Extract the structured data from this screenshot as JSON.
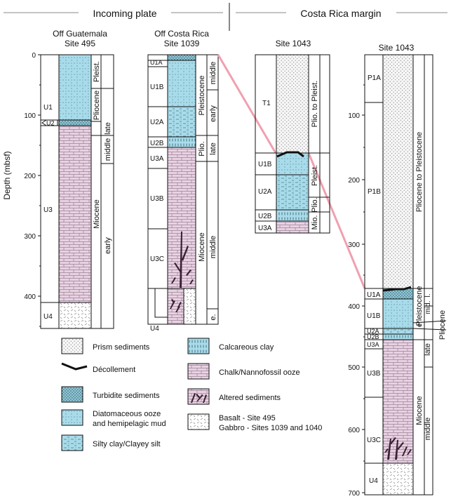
{
  "headers": {
    "incoming": "Incoming plate",
    "margin": "Costa Rica margin"
  },
  "depth_axis": {
    "label": "Depth (mbsf)",
    "short_ticks": [
      "0",
      "100",
      "200",
      "300",
      "400"
    ],
    "long_ticks": [
      "100",
      "200",
      "300",
      "400",
      "500",
      "600",
      "700"
    ]
  },
  "columns": [
    {
      "name_top": "Off Guatemala",
      "name": "Site 495",
      "units": [
        {
          "label": "U1",
          "lithology": "diatomaceous"
        },
        {
          "label": "U2",
          "lithology": "turbidite"
        },
        {
          "label": "U3",
          "lithology": "chalk"
        },
        {
          "label": "U4",
          "lithology": "basalt"
        }
      ],
      "age_labels": [
        "Pleist.",
        "Pliocene",
        "late",
        "middle",
        "Miocene",
        "early"
      ]
    },
    {
      "name_top": "Off Costa Rica",
      "name": "Site 1039",
      "units": [
        {
          "label": "U1A",
          "lithology": "turbidite"
        },
        {
          "label": "U1B",
          "lithology": "diatomaceous"
        },
        {
          "label": "U2A",
          "lithology": "silty"
        },
        {
          "label": "U2B",
          "lithology": "calcareous"
        },
        {
          "label": "U3A",
          "lithology": "chalk"
        },
        {
          "label": "U3B",
          "lithology": "chalk"
        },
        {
          "label": "U3C",
          "lithology": "altered"
        },
        {
          "label": "U4",
          "lithology": "gabbro"
        }
      ],
      "age_labels": [
        "Pleistocene",
        "middle",
        "early",
        "Plio.",
        "late",
        "Miocene",
        "middle",
        "e."
      ]
    },
    {
      "name": "Site 1043",
      "units": [
        {
          "label": "T1",
          "lithology": "prism"
        },
        {
          "label": "U1B",
          "lithology": "diatomaceous"
        },
        {
          "label": "U2A",
          "lithology": "silty"
        },
        {
          "label": "U2B",
          "lithology": "calcareous"
        },
        {
          "label": "U3A",
          "lithology": "chalk"
        }
      ],
      "age_labels": [
        "Plio. to Pleist.",
        "Pleist.",
        "Plio.",
        "Mio."
      ]
    },
    {
      "name": "Site 1043",
      "units": [
        {
          "label": "P1A",
          "lithology": "prism"
        },
        {
          "label": "P1B",
          "lithology": "prism"
        },
        {
          "label": "U1A",
          "lithology": "turbidite"
        },
        {
          "label": "U1B",
          "lithology": "diatomaceous"
        },
        {
          "label": "U2A",
          "lithology": "silty"
        },
        {
          "label": "U2B",
          "lithology": "calcareous"
        },
        {
          "label": "U3A",
          "lithology": "chalk"
        },
        {
          "label": "U3B",
          "lithology": "chalk"
        },
        {
          "label": "U3C",
          "lithology": "altered"
        },
        {
          "label": "U4",
          "lithology": "gabbro"
        }
      ],
      "age_labels": [
        "Pliocene to Pleistocene",
        "Pleistocene",
        "mid.",
        "l.",
        "e.",
        "Pliocene",
        "late",
        "Miocene",
        "middle"
      ]
    }
  ],
  "legend": [
    {
      "label": "Prism sediments",
      "pattern": "prism"
    },
    {
      "label": "Décollement",
      "pattern": "decollement"
    },
    {
      "label": "Turbidite sediments",
      "pattern": "turbidite"
    },
    {
      "label": "Diatomaceous ooze",
      "label2": "and hemipelagic mud",
      "pattern": "diatomaceous"
    },
    {
      "label": "Silty clay/Clayey silt",
      "pattern": "silty"
    },
    {
      "label": "Calcareous clay",
      "pattern": "calcareous"
    },
    {
      "label": "Chalk/Nannofossil ooze",
      "pattern": "chalk"
    },
    {
      "label": "Altered sediments",
      "pattern": "altered"
    },
    {
      "label": "Basalt - Site 495",
      "label2": "Gabbro - Sites 1039 and 1040",
      "pattern": "basalt"
    }
  ],
  "colors": {
    "blue": "#a9dcea",
    "pink": "#e8d2e2",
    "correlation": "#f0a0b0",
    "altered": "#3b2233"
  }
}
